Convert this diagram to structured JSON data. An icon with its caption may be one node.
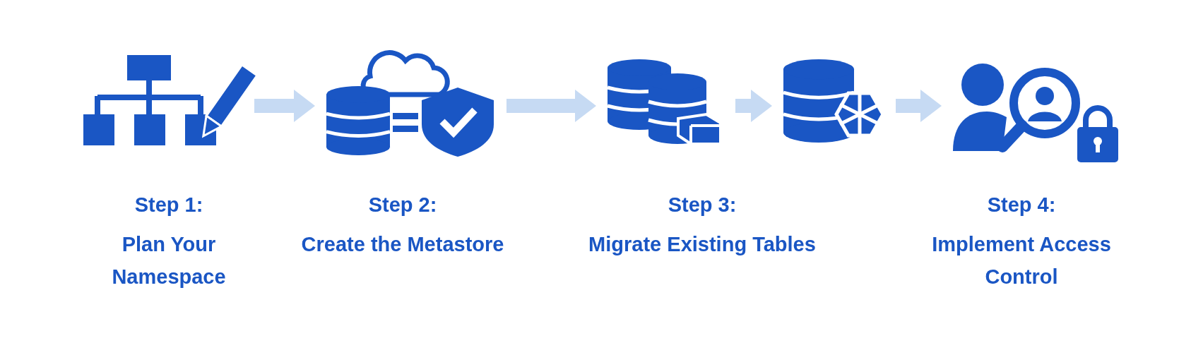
{
  "diagram": {
    "nodes": [
      {
        "text": [
          "Step 1:",
          "Plan Your Namespace"
        ]
      },
      {
        "text": [
          "Step 2:",
          "Create the Metastore"
        ]
      },
      {
        "text": [
          "Step 3:",
          "Migrate Existing Tables"
        ]
      },
      {
        "text": [],
        "shape": "picture"
      },
      {
        "text": [
          "Step 4:",
          "Implement Access Control"
        ]
      }
    ],
    "edges": [
      {
        "from": 0,
        "to": 1,
        "arrow": "to"
      },
      {
        "from": 1,
        "to": 2,
        "arrow": "to"
      },
      {
        "from": 2,
        "to": 3,
        "arrow": "to"
      },
      {
        "from": 3,
        "to": 4,
        "arrow": "to"
      }
    ]
  }
}
